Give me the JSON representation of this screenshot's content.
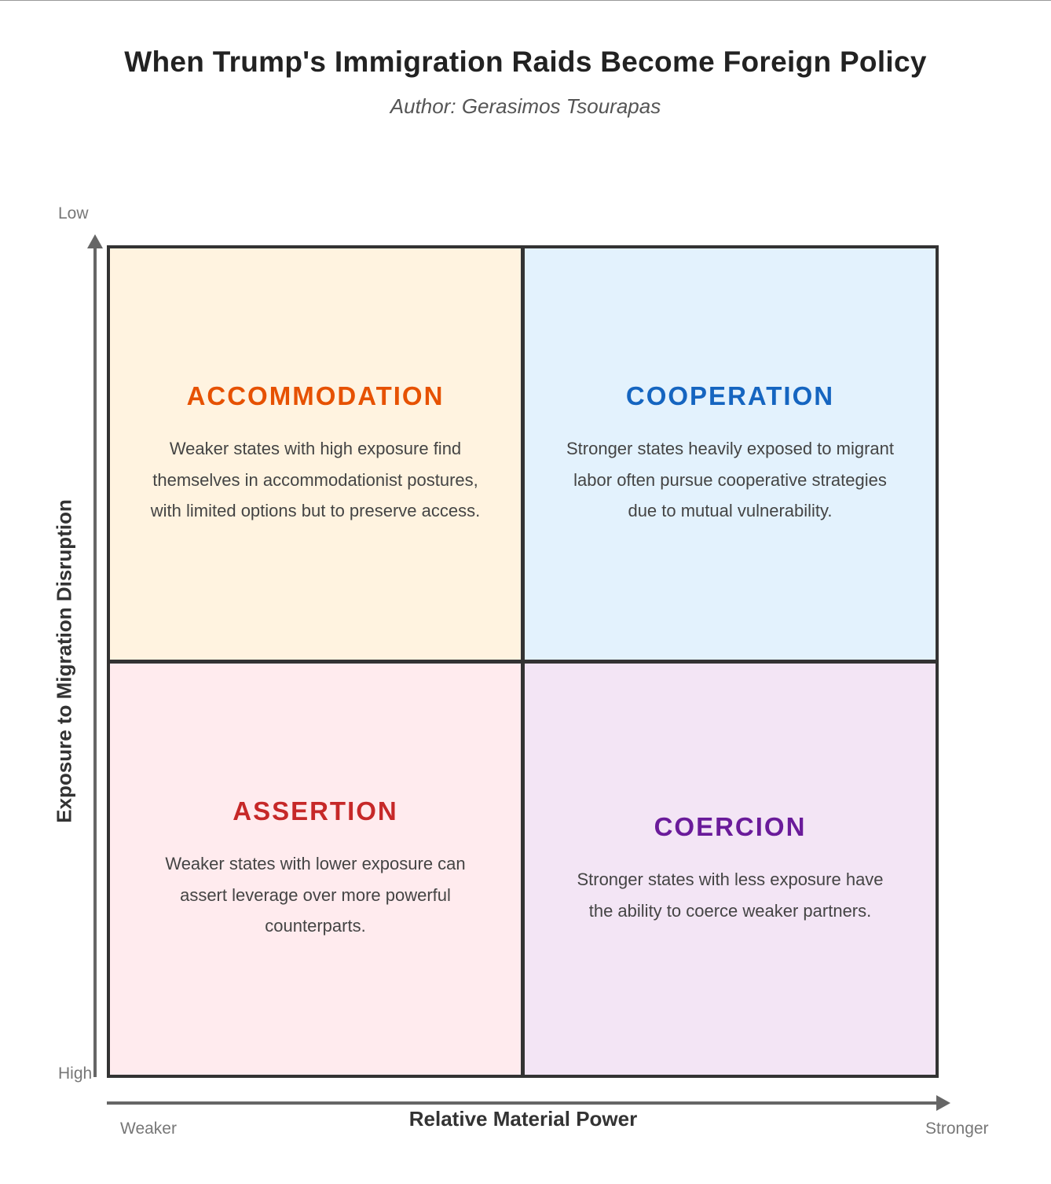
{
  "header": {
    "title": "When Trump's Immigration Raids Become Foreign Policy",
    "subtitle": "Author: Gerasimos Tsourapas"
  },
  "axes": {
    "y": {
      "label": "Exposure to Migration Disruption",
      "top_tick": "Low",
      "bottom_tick": "High"
    },
    "x": {
      "label": "Relative Material Power",
      "left_tick": "Weaker",
      "right_tick": "Stronger"
    }
  },
  "quadrants": [
    {
      "position": "top-left",
      "title": "ACCOMMODATION",
      "description": "Weaker states with high exposure find themselves in accommodationist postures, with limited options but to preserve access.",
      "title_color": "#e65100",
      "bg_color": "#fff3e0"
    },
    {
      "position": "top-right",
      "title": "COOPERATION",
      "description": "Stronger states heavily exposed to migrant labor often pursue cooperative strategies due to mutual vulnerability.",
      "title_color": "#1565c0",
      "bg_color": "#e3f2fd"
    },
    {
      "position": "bottom-left",
      "title": "ASSERTION",
      "description": "Weaker states with lower exposure can assert leverage over more powerful counterparts.",
      "title_color": "#c62828",
      "bg_color": "#ffebee"
    },
    {
      "position": "bottom-right",
      "title": "COERCION",
      "description": "Stronger states with less exposure have the ability to coerce weaker partners.",
      "title_color": "#6a1b9a",
      "bg_color": "#f3e5f5"
    }
  ]
}
